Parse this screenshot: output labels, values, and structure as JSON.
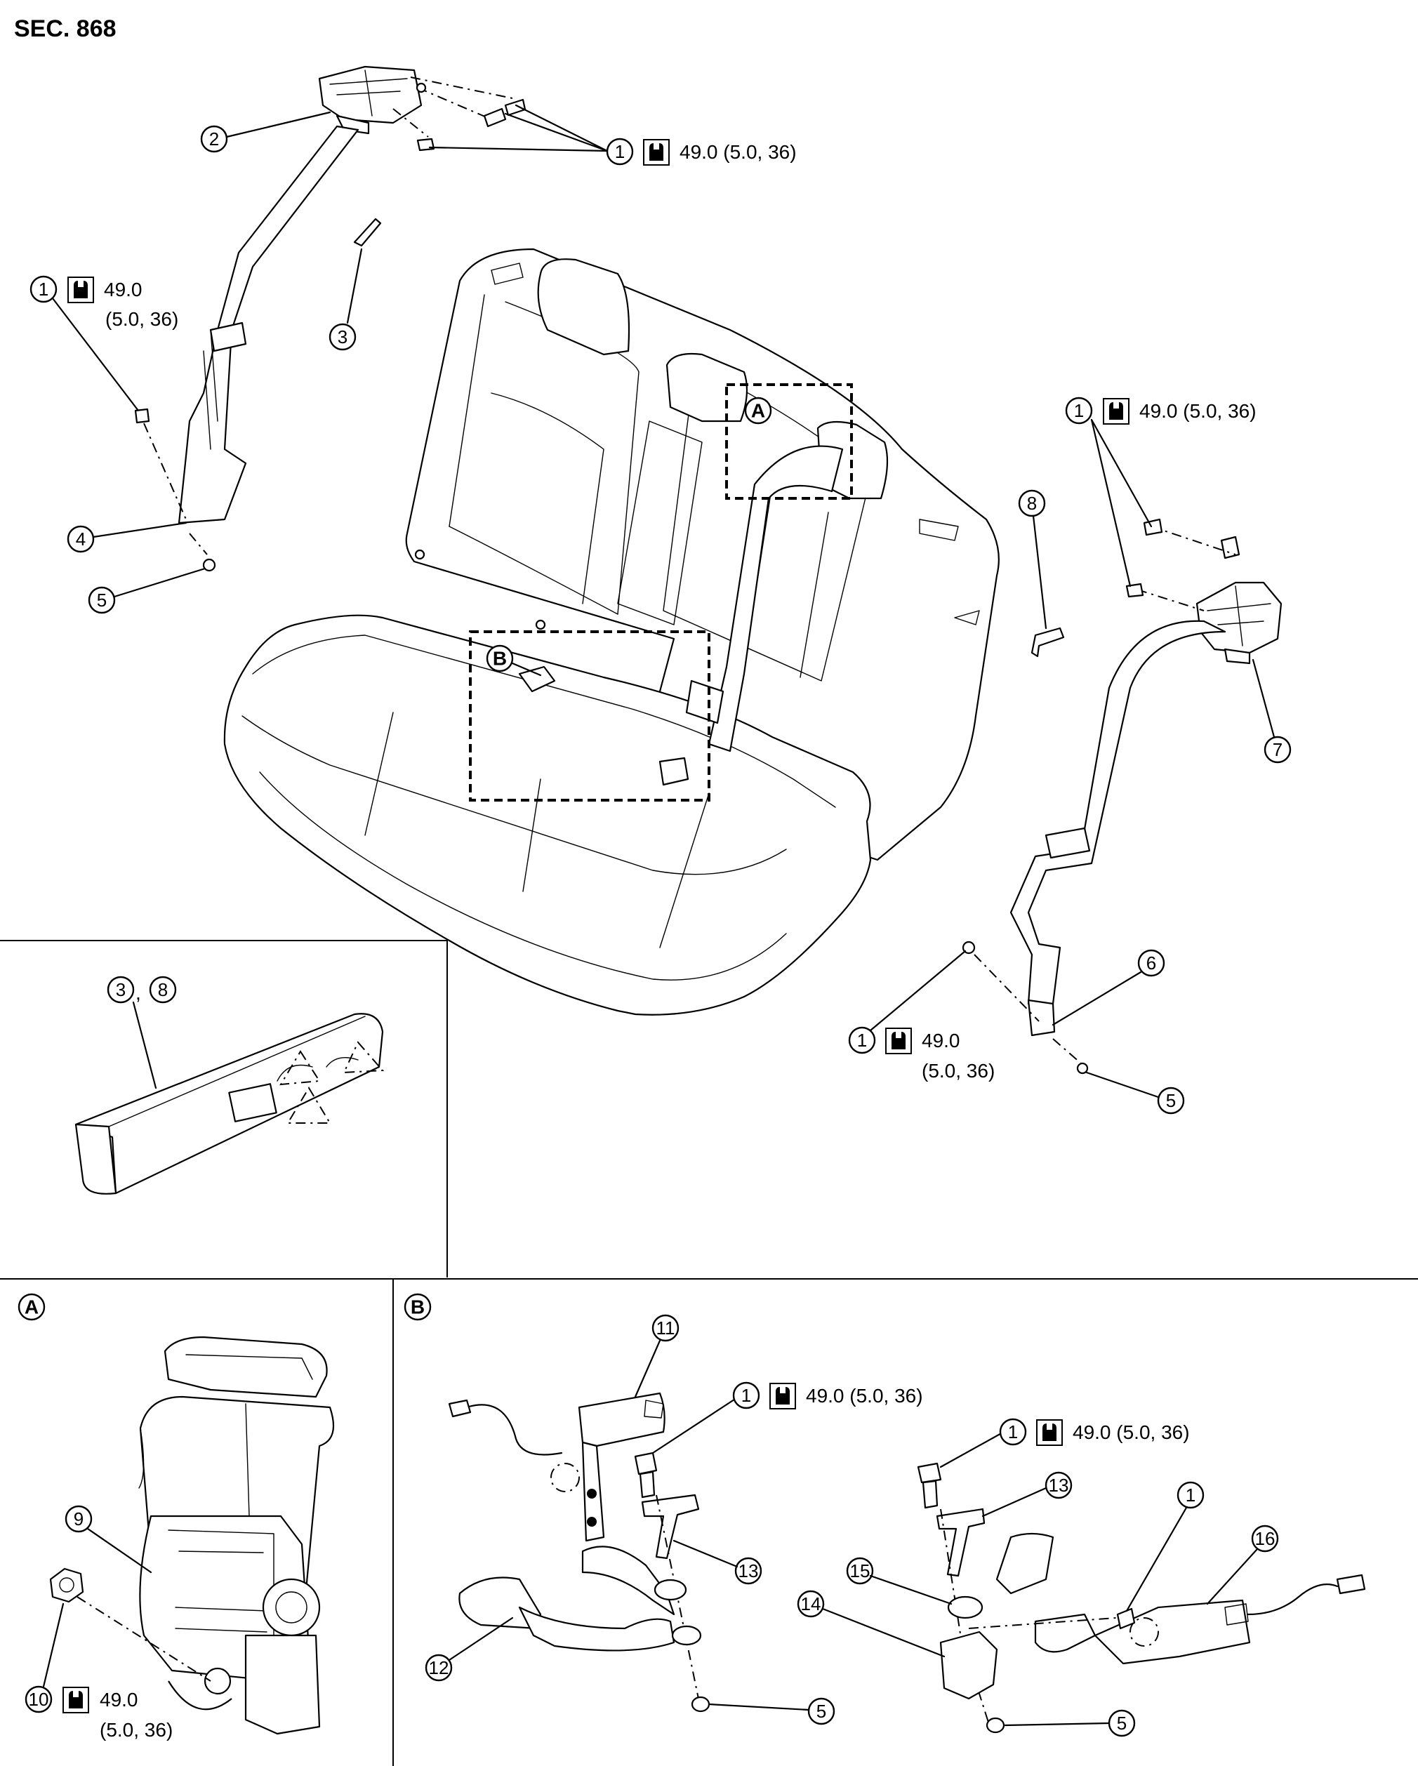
{
  "header": {
    "section": "SEC. 868"
  },
  "torque": {
    "t49": "49.0",
    "t49_full": "49.0 (5.0, 36)",
    "t49_sub": "(5.0, 36)"
  },
  "parts": {
    "p1": "1",
    "p2": "2",
    "p3": "3",
    "p4": "4",
    "p5": "5",
    "p6": "6",
    "p7": "7",
    "p8": "8",
    "p9": "9",
    "p10": "10",
    "p11": "11",
    "p12": "12",
    "p13": "13",
    "p14": "14",
    "p15": "15",
    "p16": "16"
  },
  "refs": {
    "a": "A",
    "b": "B"
  },
  "inset_label": {
    "sep": ","
  },
  "icon": "torque-wrench-icon"
}
